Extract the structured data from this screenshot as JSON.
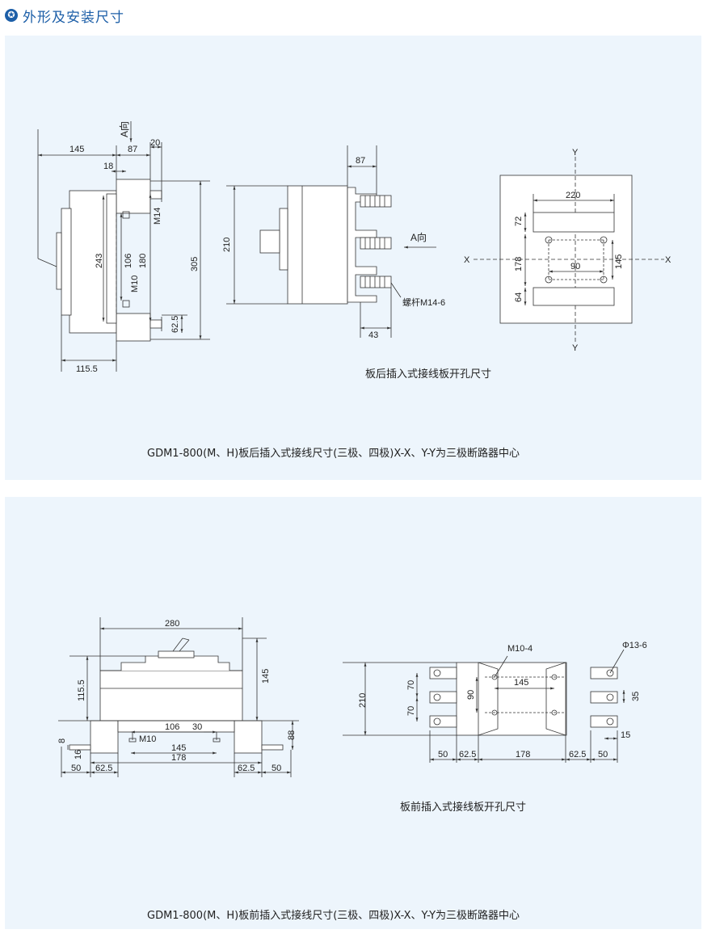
{
  "header": {
    "icon": "star-badge-icon",
    "title": "外形及安装尺寸"
  },
  "top": {
    "side_dims": {
      "d145": "145",
      "d87": "87",
      "d20": "20",
      "d18": "18",
      "a_dir": "A向",
      "m14": "M14",
      "d243": "243",
      "d106": "106",
      "d180": "180",
      "d305": "305",
      "m10": "M10",
      "d62_5": "62.5",
      "d115_5": "115.5"
    },
    "rear_dims": {
      "d87": "87",
      "d210": "210",
      "a_dir": "A向",
      "bolt": "螺杆M14-6",
      "d43": "43"
    },
    "hole_dims": {
      "y_top": "Y",
      "y_bottom": "Y",
      "x_left": "X",
      "x_right": "X",
      "d220": "220",
      "d72": "72",
      "d178": "178",
      "d90": "90",
      "d145": "145",
      "d64": "64"
    },
    "caption_holes": "板后插入式接线板开孔尺寸",
    "caption_main": "GDM1-800(M、H)板后插入式接线尺寸(三极、四极)X-X、Y-Y为三极断路器中心"
  },
  "bottom": {
    "front_dims": {
      "d280": "280",
      "d115_5": "115.5",
      "d145": "145",
      "d106": "106",
      "d30": "30",
      "m10": "M10",
      "d145b": "145",
      "d178": "178",
      "d8": "8",
      "d16": "16",
      "d88": "88",
      "d50a": "50",
      "d62_5a": "62.5",
      "d62_5b": "62.5",
      "d50b": "50"
    },
    "hole_dims": {
      "m10_4": "M10-4",
      "phi13_6": "Φ13-6",
      "d210": "210",
      "d70a": "70",
      "d70b": "70",
      "d90": "90",
      "d145": "145",
      "d35": "35",
      "d15": "15",
      "d50a": "50",
      "d62_5a": "62.5",
      "d178": "178",
      "d62_5b": "62.5",
      "d50b": "50"
    },
    "caption_holes": "板前插入式接线板开孔尺寸",
    "caption_main": "GDM1-800(M、H)板前插入式接线尺寸(三极、四极)X-X、Y-Y为三极断路器中心"
  }
}
